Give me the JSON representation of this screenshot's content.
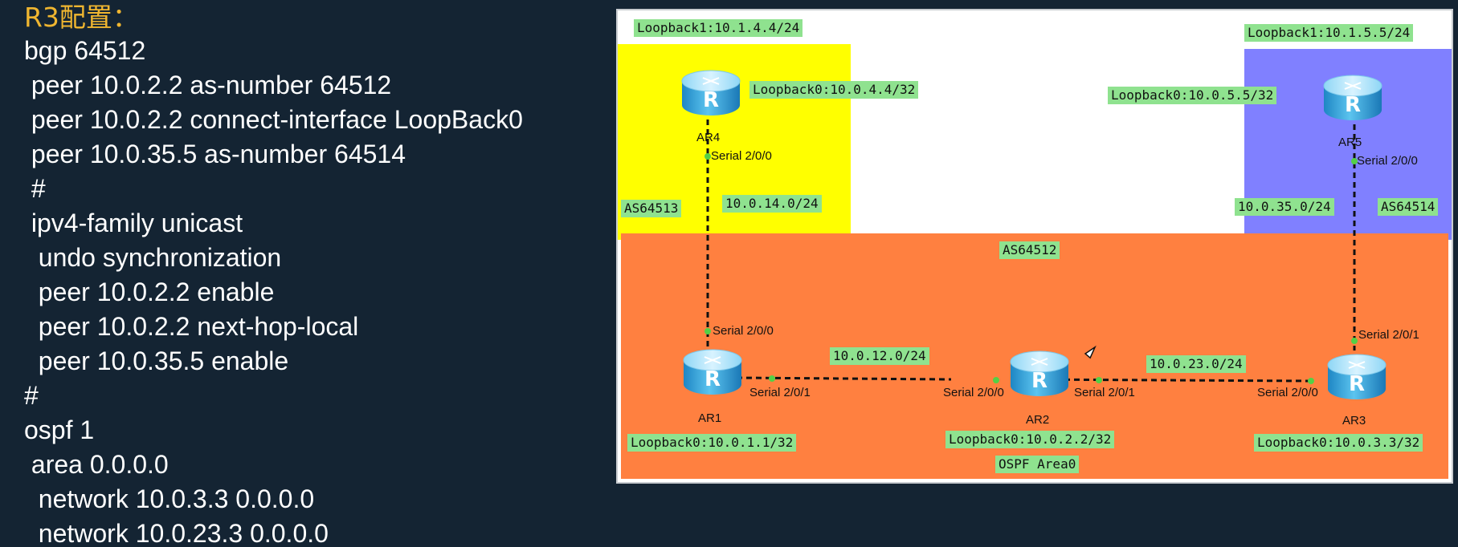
{
  "config": {
    "title": "R3配置：",
    "lines": [
      "bgp 64512",
      " peer 10.0.2.2 as-number 64512",
      " peer 10.0.2.2 connect-interface LoopBack0",
      " peer 10.0.35.5 as-number 64514",
      " #",
      " ipv4-family unicast",
      "  undo synchronization",
      "  peer 10.0.2.2 enable",
      "  peer 10.0.2.2 next-hop-local",
      "  peer 10.0.35.5 enable",
      "#",
      "ospf 1",
      " area 0.0.0.0",
      "  network 10.0.3.3 0.0.0.0",
      "  network 10.0.23.3 0.0.0.0"
    ]
  },
  "diagram": {
    "areas": {
      "as64513": "AS64513",
      "as64514": "AS64514",
      "as64512": "AS64512",
      "ospf": "OSPF Area0"
    },
    "routers": {
      "ar1": {
        "name": "AR1",
        "loopback0": "Loopback0:10.0.1.1/32"
      },
      "ar2": {
        "name": "AR2",
        "loopback0": "Loopback0:10.0.2.2/32"
      },
      "ar3": {
        "name": "AR3",
        "loopback0": "Loopback0:10.0.3.3/32"
      },
      "ar4": {
        "name": "AR4",
        "loopback0": "Loopback0:10.0.4.4/32",
        "loopback1": "Loopback1:10.1.4.4/24"
      },
      "ar5": {
        "name": "AR5",
        "loopback0": "Loopback0:10.0.5.5/32",
        "loopback1": "Loopback1:10.1.5.5/24"
      }
    },
    "links": {
      "ar4_ar1": "10.0.14.0/24",
      "ar1_ar2": "10.0.12.0/24",
      "ar2_ar3": "10.0.23.0/24",
      "ar3_ar5": "10.0.35.0/24"
    },
    "ifaces": {
      "ar4_s200": "Serial 2/0/0",
      "ar1_s200": "Serial 2/0/0",
      "ar1_s201": "Serial 2/0/1",
      "ar2_s200": "Serial 2/0/0",
      "ar2_s201": "Serial 2/0/1",
      "ar3_s200": "Serial 2/0/0",
      "ar3_s201": "Serial 2/0/1",
      "ar5_s200": "Serial 2/0/0"
    },
    "colors": {
      "as64513": "#ffff00",
      "as64514": "#8080ff",
      "as64512": "#ff8040",
      "label_bg": "#8fe28f",
      "router": "#3aa9e0"
    }
  }
}
